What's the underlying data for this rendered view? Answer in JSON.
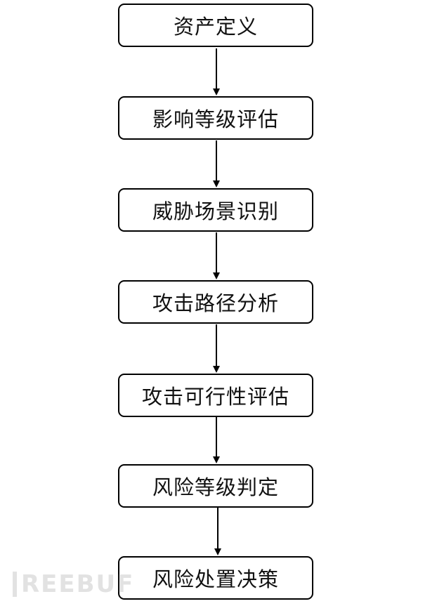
{
  "steps": [
    {
      "label": "资产定义"
    },
    {
      "label": "影响等级评估"
    },
    {
      "label": "威胁场景识别"
    },
    {
      "label": "攻击路径分析"
    },
    {
      "label": "攻击可行性评估"
    },
    {
      "label": "风险等级判定"
    },
    {
      "label": "风险处置决策"
    }
  ],
  "watermark": {
    "text": "REEBUF"
  },
  "colors": {
    "stroke": "#000000",
    "watermark": "#9a9a9a"
  }
}
